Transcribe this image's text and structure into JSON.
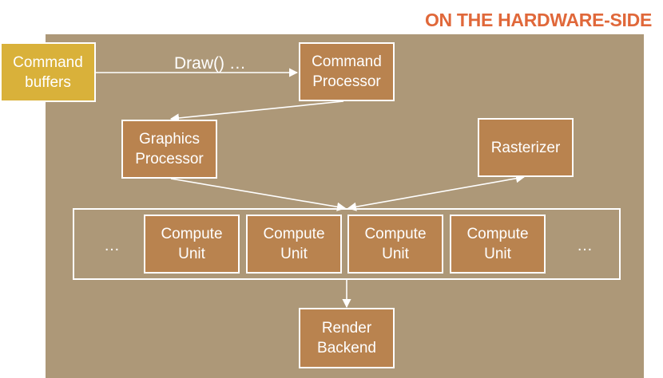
{
  "header": {
    "title": "ON THE HARDWARE-SIDE"
  },
  "nodes": {
    "command_buffers": "Command\nbuffers",
    "command_processor": "Command\nProcessor",
    "graphics_processor": "Graphics\nProcessor",
    "rasterizer": "Rasterizer",
    "compute_units": [
      "Compute\nUnit",
      "Compute\nUnit",
      "Compute\nUnit",
      "Compute\nUnit"
    ],
    "ellipsis_left": "…",
    "ellipsis_right": "…",
    "render_backend": "Render\nBackend"
  },
  "edges": {
    "draw_label": "Draw() …"
  },
  "colors": {
    "title": "#e0683a",
    "panel": "#ad9878",
    "box_fill": "#b9834f",
    "buffer_fill": "#d9b13a",
    "stroke": "#ffffff"
  }
}
